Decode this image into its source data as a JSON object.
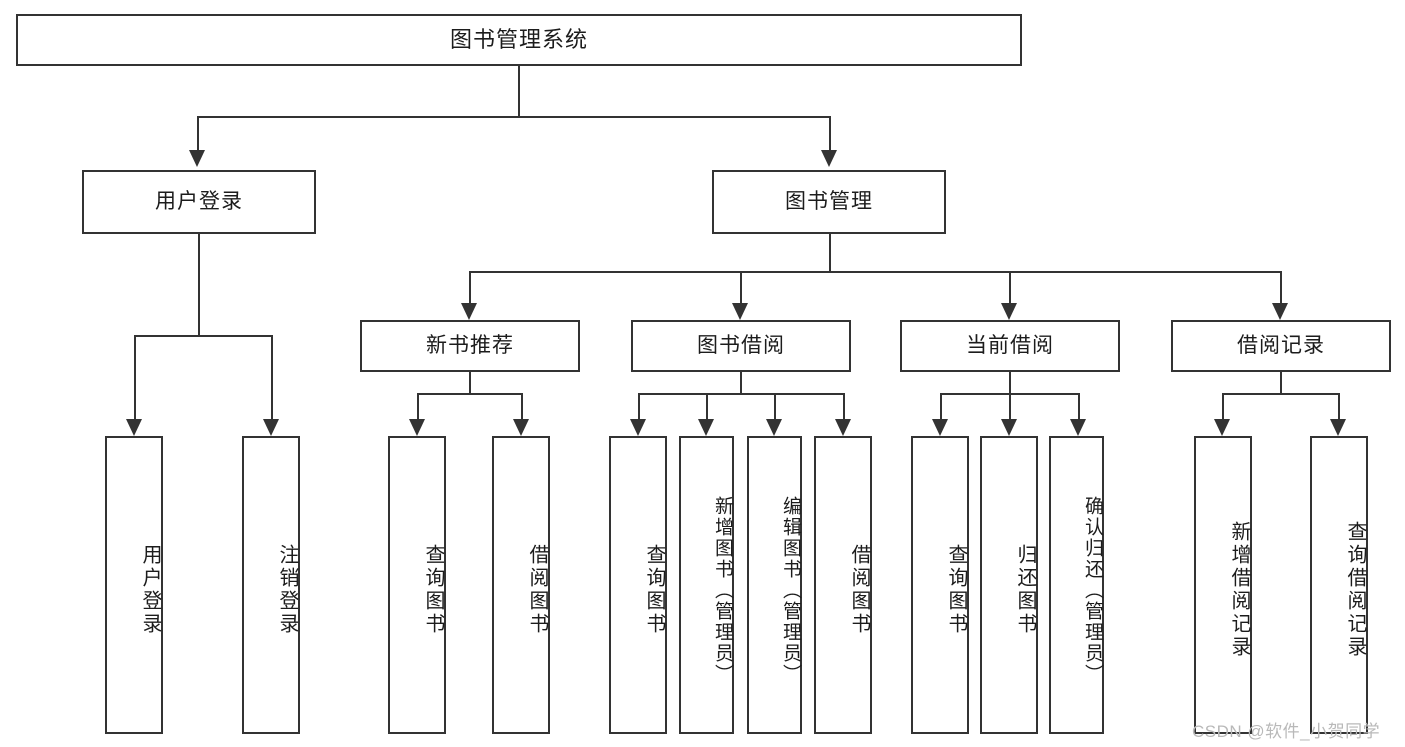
{
  "diagram": {
    "type": "tree-hierarchy",
    "title": "图书管理系统",
    "watermark": "CSDN @软件_小贺同学",
    "colors": {
      "stroke": "#333333",
      "fill": "#ffffff",
      "text": "#1c1c1c",
      "watermark": "#b9b9b9"
    }
  },
  "nodes": {
    "root": {
      "label": "图书管理系统"
    },
    "level1": [
      {
        "id": "user-login",
        "label": "用户登录"
      },
      {
        "id": "book-manage",
        "label": "图书管理"
      }
    ],
    "level2": [
      {
        "id": "new-book-recommend",
        "label": "新书推荐"
      },
      {
        "id": "book-borrow",
        "label": "图书借阅"
      },
      {
        "id": "current-borrow",
        "label": "当前借阅"
      },
      {
        "id": "borrow-record",
        "label": "借阅记录"
      }
    ],
    "leaves": {
      "user_login": [
        {
          "id": "leaf-user-login",
          "label": "用户登录"
        },
        {
          "id": "leaf-logout-login",
          "label": "注销登录"
        }
      ],
      "new_book_recommend": [
        {
          "id": "leaf-query-book-1",
          "label": "查询图书"
        },
        {
          "id": "leaf-borrow-book-1",
          "label": "借阅图书"
        }
      ],
      "book_borrow": [
        {
          "id": "leaf-query-book-2",
          "label": "查询图书"
        },
        {
          "id": "leaf-add-book",
          "label": "新增图书（管理员）"
        },
        {
          "id": "leaf-edit-book",
          "label": "编辑图书（管理员）"
        },
        {
          "id": "leaf-borrow-book-2",
          "label": "借阅图书"
        }
      ],
      "current_borrow": [
        {
          "id": "leaf-query-book-3",
          "label": "查询图书"
        },
        {
          "id": "leaf-return-book",
          "label": "归还图书"
        },
        {
          "id": "leaf-confirm-return",
          "label": "确认归还（管理员）"
        }
      ],
      "borrow_record": [
        {
          "id": "leaf-add-record",
          "label": "新增借阅记录"
        },
        {
          "id": "leaf-query-record",
          "label": "查询借阅记录"
        }
      ]
    }
  }
}
